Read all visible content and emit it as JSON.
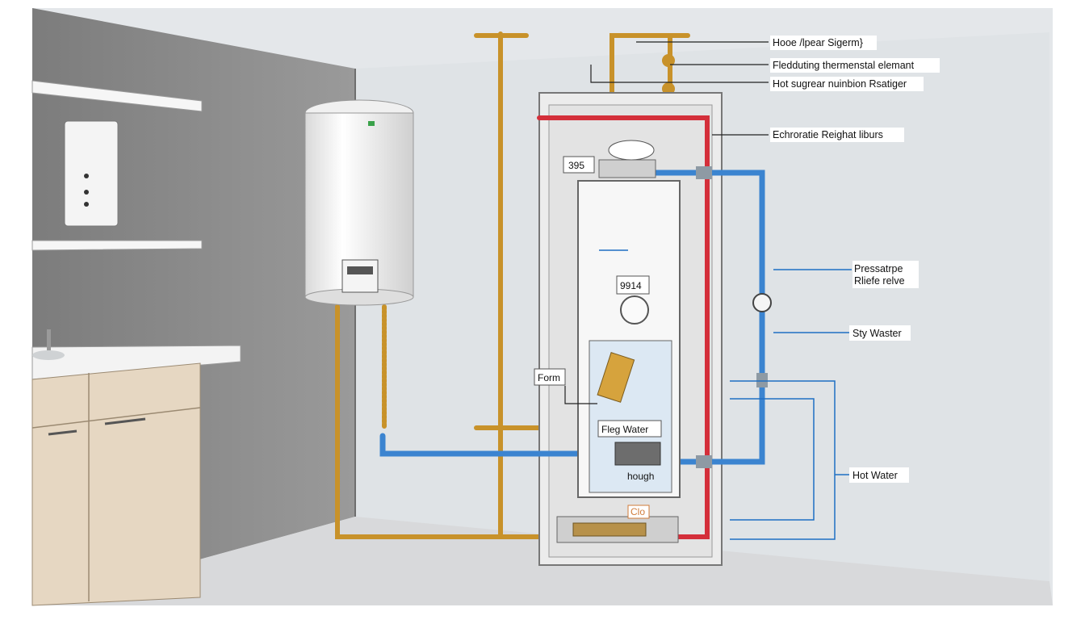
{
  "labels": {
    "hose": "Hooe /lpear Sigerm}",
    "element": "Fledduting thermenstal elemant",
    "hot_sugrear": "Hot sugrear nuinbion Rsatiger",
    "echroratie": "Echroratie Reighat liburs",
    "pressatre_1": "Pressatrpe",
    "pressatre_2": "Rliefe relve",
    "sty_waster": "Sty Waster",
    "hot_water": "Hot Water",
    "form": "Form",
    "fleg_water": "Fleg Water",
    "hough": "hough"
  },
  "readouts": {
    "box_395": "395",
    "box_9914": "9914",
    "box_bottom": "Clo"
  },
  "colors": {
    "wall_left": "#8a8a8a",
    "wall_back": "#dfe3e7",
    "floor": "#d9dadc",
    "cold_pipe": "#3b84d0",
    "hot_pipe": "#d42f3a",
    "gas_pipe": "#c8922a",
    "cabinet": "#e6d7c2",
    "label_line": "#1f6fc4"
  }
}
